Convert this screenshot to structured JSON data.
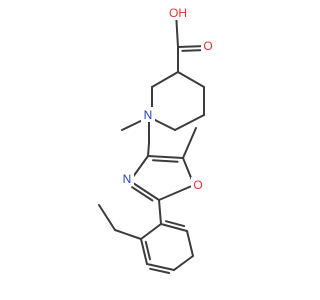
{
  "molecule": {
    "atoms": {
      "oh": {
        "text": "OH",
        "color": "#e8322e"
      },
      "o_carbonyl": {
        "text": "O",
        "color": "#e8322e"
      },
      "n_piperidine": {
        "text": "N",
        "color": "#2a3ec6"
      },
      "n_oxazole": {
        "text": "N",
        "color": "#2a3ec6"
      },
      "o_oxazole": {
        "text": "O",
        "color": "#e8322e"
      }
    },
    "bond_color": "#3c3c3c"
  }
}
